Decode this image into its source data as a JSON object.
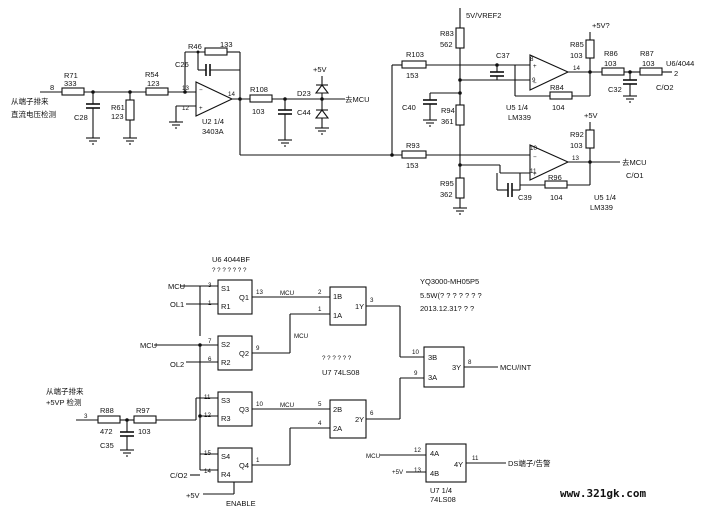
{
  "analog": {
    "node_8": "8",
    "src_label_1": "从端子排来",
    "src_label_2": "直流电压检测",
    "r71": "R71",
    "r71_val": "333",
    "r61": "R61",
    "r61_val": "123",
    "c28": "C28",
    "r54": "R54",
    "r54_val": "123",
    "c26": "C26",
    "r46": "R46",
    "r46_val": "133",
    "u2_pin13": "13",
    "u2_pin12": "12",
    "u2_pin14": "14",
    "u2_label": "U2 1/4",
    "u2_part": "3403A",
    "r108": "R108",
    "r108_val": "103",
    "d23": "D23",
    "c44": "C44",
    "vcc_5v_1": "+5V",
    "mcu_label_1": "去MCU",
    "ref_label": "5V/VREF2",
    "r83": "R83",
    "r83_val": "562",
    "r103": "R103",
    "r103_val": "153",
    "c37": "C37",
    "c40": "C40",
    "r94": "R94",
    "r94_val": "361",
    "r93": "R93",
    "r93_val": "153",
    "r95": "R95",
    "r95_val": "362",
    "u5a_pin8": "8",
    "u5a_pin9": "9",
    "u5a_pin14": "14",
    "u5a_label": "U5 1/4",
    "u5a_part": "LM339",
    "r85": "R85",
    "r85_val": "103",
    "vcc_5v_2": "+5V?",
    "r84": "R84",
    "r84_val": "104",
    "r86": "R86",
    "r86_val": "103",
    "r87": "R87",
    "r87_val": "103",
    "c32": "C32",
    "out2_label": "U6/4044",
    "out2_pin": "2",
    "co2_label": "C/O2",
    "u5b_pin10": "10",
    "u5b_pin11": "11",
    "u5b_pin13": "13",
    "r92": "R92",
    "r92_val": "103",
    "vcc_5v_3": "+5V",
    "mcu_label_2": "去MCU",
    "co1_label": "C/O1",
    "c39": "C39",
    "r96": "R96",
    "r96_val": "104",
    "u5b_label": "U5 1/4",
    "u5b_part": "LM339"
  },
  "digital": {
    "u6_label": "U6 4044BF",
    "u6_note": "? ? ? ? ? ? ?",
    "mcu_in": "MCU",
    "ol1": "OL1",
    "ol2": "OL2",
    "co2": "C/O2",
    "s1": "S1",
    "r1": "R1",
    "q1": "Q1",
    "s2": "S2",
    "r2": "R2",
    "q2": "Q2",
    "s3": "S3",
    "r3": "R3",
    "q3": "Q3",
    "s4": "S4",
    "r4": "R4",
    "q4": "Q4",
    "p3": "3",
    "p1": "1",
    "p13": "13",
    "p7": "7",
    "p6": "6",
    "p9": "9",
    "p11": "11",
    "p12": "12",
    "p10": "10",
    "p15": "15",
    "p14": "14",
    "p_q4": "1",
    "vcc5": "+5V",
    "enable": "ENABLE",
    "ctl_mcu": "MCU",
    "src2_label_1": "从端子排来",
    "src2_label_2": "+5VP 检测",
    "r88": "R88",
    "r88_val": "472",
    "r97": "R97",
    "r97_val": "103",
    "c35": "C35",
    "node3": "3",
    "g1_a": "1B",
    "g1_b": "1A",
    "g1_y": "1Y",
    "g1_pa": "2",
    "g1_pb": "1",
    "g1_py": "3",
    "g2_a": "2B",
    "g2_b": "2A",
    "g2_y": "2Y",
    "g2_pa": "5",
    "g2_pb": "4",
    "g2_py": "6",
    "g3_a": "3B",
    "g3_b": "3A",
    "g3_y": "3Y",
    "g3_pa": "10",
    "g3_pb": "9",
    "g3_py": "8",
    "g4_a": "4A",
    "g4_b": "4B",
    "g4_y": "4Y",
    "g4_pa": "12",
    "g4_pb": "13",
    "g4_py": "11",
    "u7_note": "? ? ? ? ? ?",
    "u7_label": "U7 74LS08",
    "u7b_label": "U7 1/4",
    "u7b_part": "74LS08",
    "int_label": "MCU/INT",
    "ds_label": "DS端子/告警",
    "g4_in_a": "MCU",
    "g4_in_b": "+5V",
    "yq_model": "YQ3000-MH05P5",
    "yq_line2": "5.5W(? ? ? ? ? ? ?",
    "yq_line3": "2013.12.31? ? ?",
    "watermark": "www.321gk.com"
  }
}
